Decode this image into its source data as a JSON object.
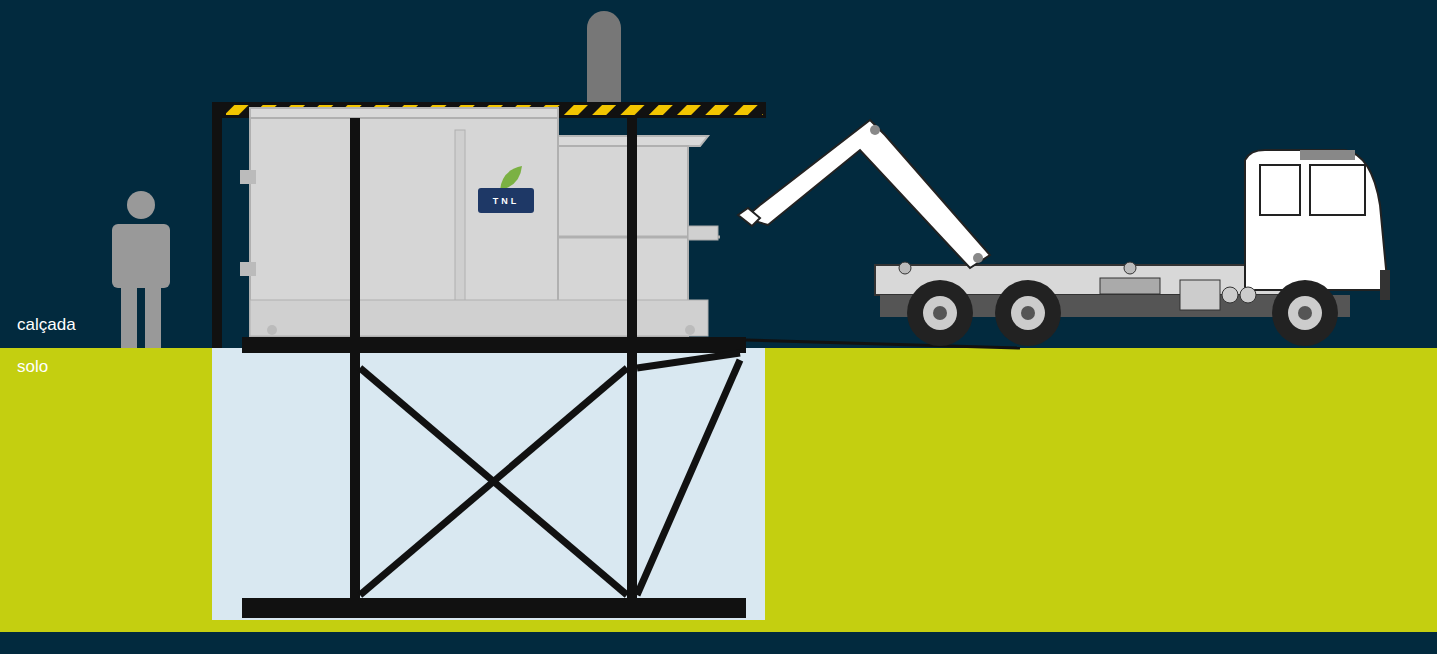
{
  "diagram": {
    "nodes": [
      {
        "text": [
          "TNL"
        ]
      }
    ],
    "labels": [
      "calçada",
      "solo"
    ]
  }
}
